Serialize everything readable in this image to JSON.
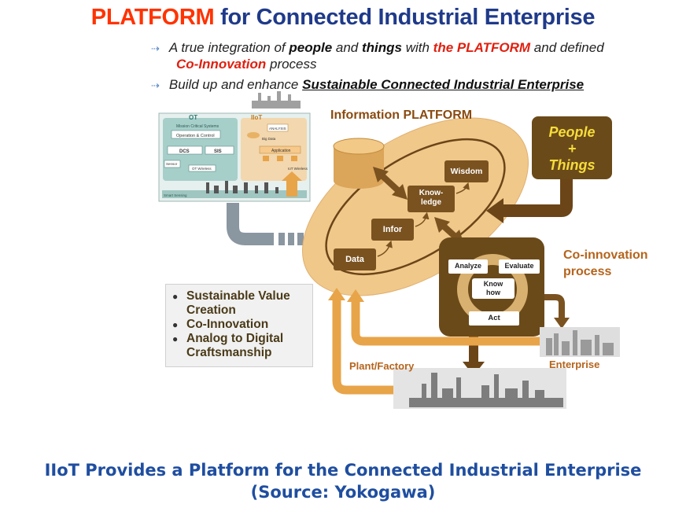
{
  "title": {
    "highlight": "PLATFORM",
    "rest": " for Connected Industrial Enterprise"
  },
  "bullets": {
    "b1_a": "A true integration of ",
    "b1_people": "people",
    "b1_b": " and ",
    "b1_things": "things",
    "b1_c": " with ",
    "b1_platform": "the PLATFORM",
    "b1_d": " and defined",
    "b1_coinno": "Co-Innovation",
    "b1_e": "  process",
    "b2_a": "Build up and enhance ",
    "b2_u": "Sustainable Connected Industrial Enterprise"
  },
  "diagram": {
    "info_platform": "Information PLATFORM",
    "people": "People",
    "plus": "+",
    "things": "Things",
    "wisdom": "Wisdom",
    "knowledge_1": "Know-",
    "knowledge_2": "ledge",
    "infor": "Infor",
    "data": "Data",
    "coinno_1": "Co-innovation",
    "coinno_2": "process",
    "analyze": "Analyze",
    "evaluate": "Evaluate",
    "knowhow_1": "Know",
    "knowhow_2": "how",
    "act": "Act",
    "enterprise": "Enterprise",
    "plant": "Plant/Factory",
    "ot": "OT",
    "iiot": "IIoT",
    "mission_critical": "Mission Critical Systems",
    "operation_control": "Operation & Control",
    "dcs": "DCS",
    "sis": "SIS",
    "analytics": "ANALYSIS",
    "big_data": "Big Data",
    "application": "Application",
    "ot_wireless": "OT Wireless",
    "iot_wireless": "IoT Wireless",
    "sensor": "Sensor",
    "smart_sensing": "Smart Sensing"
  },
  "legend": {
    "items": [
      "Sustainable Value Creation",
      "Co-Innovation",
      "Analog to Digital Craftsmanship"
    ]
  },
  "caption": {
    "line1": "IIoT Provides a Platform for the Connected Industrial Enterprise",
    "line2": "(Source: Yokogawa)"
  },
  "colors": {
    "title_blue": "#1f3a8a",
    "title_red": "#ff3300",
    "brown": "#7a5220",
    "dark_brown": "#6b4518",
    "orange": "#e8a448",
    "tan": "#f0c88a",
    "caption_blue": "#1f4ea0"
  }
}
